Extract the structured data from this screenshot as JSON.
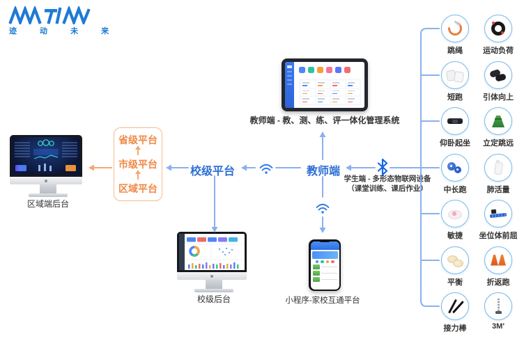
{
  "brand": {
    "name_cn": "迹 动 未 来"
  },
  "flow": {
    "regional_backend": "区域端后台",
    "province_platform": "省级平台",
    "city_platform": "市级平台",
    "district_platform": "区域平台",
    "school_platform": "校级平台",
    "teacher_terminal": "教师端",
    "teacher_system": "教师端 - 教、测、练、评一体化管理系统",
    "student_line1": "学生端 - 多形态物联网设备",
    "student_line2": "（课堂训练、课后作业）",
    "school_backend": "校级后台",
    "miniprogram": "小程序-家校互通平台"
  },
  "devices": [
    {
      "label": "跳绳",
      "icon": "jump-rope"
    },
    {
      "label": "运动负荷",
      "icon": "exercise-load"
    },
    {
      "label": "短跑",
      "icon": "sprint"
    },
    {
      "label": "引体向上",
      "icon": "pull-up"
    },
    {
      "label": "仰卧起坐",
      "icon": "sit-up"
    },
    {
      "label": "立定跳远",
      "icon": "standing-jump"
    },
    {
      "label": "中长跑",
      "icon": "distance-run"
    },
    {
      "label": "肺活量",
      "icon": "lung-capacity"
    },
    {
      "label": "敏捷",
      "icon": "agility"
    },
    {
      "label": "坐位体前屈",
      "icon": "sit-and-reach"
    },
    {
      "label": "平衡",
      "icon": "balance"
    },
    {
      "label": "折返跑",
      "icon": "shuttle-run"
    },
    {
      "label": "接力棒",
      "icon": "baton"
    },
    {
      "label": "3M'",
      "icon": "measuring-pole"
    }
  ],
  "colors": {
    "brand_blue": "#1f7ad4",
    "node_blue": "#2e6fd6",
    "line_blue": "#8ab0ee",
    "orange": "#ef8a47",
    "orange_line": "#f5a76e",
    "circle_border": "#79bbe8",
    "bluetooth_blue": "#1266e3"
  }
}
